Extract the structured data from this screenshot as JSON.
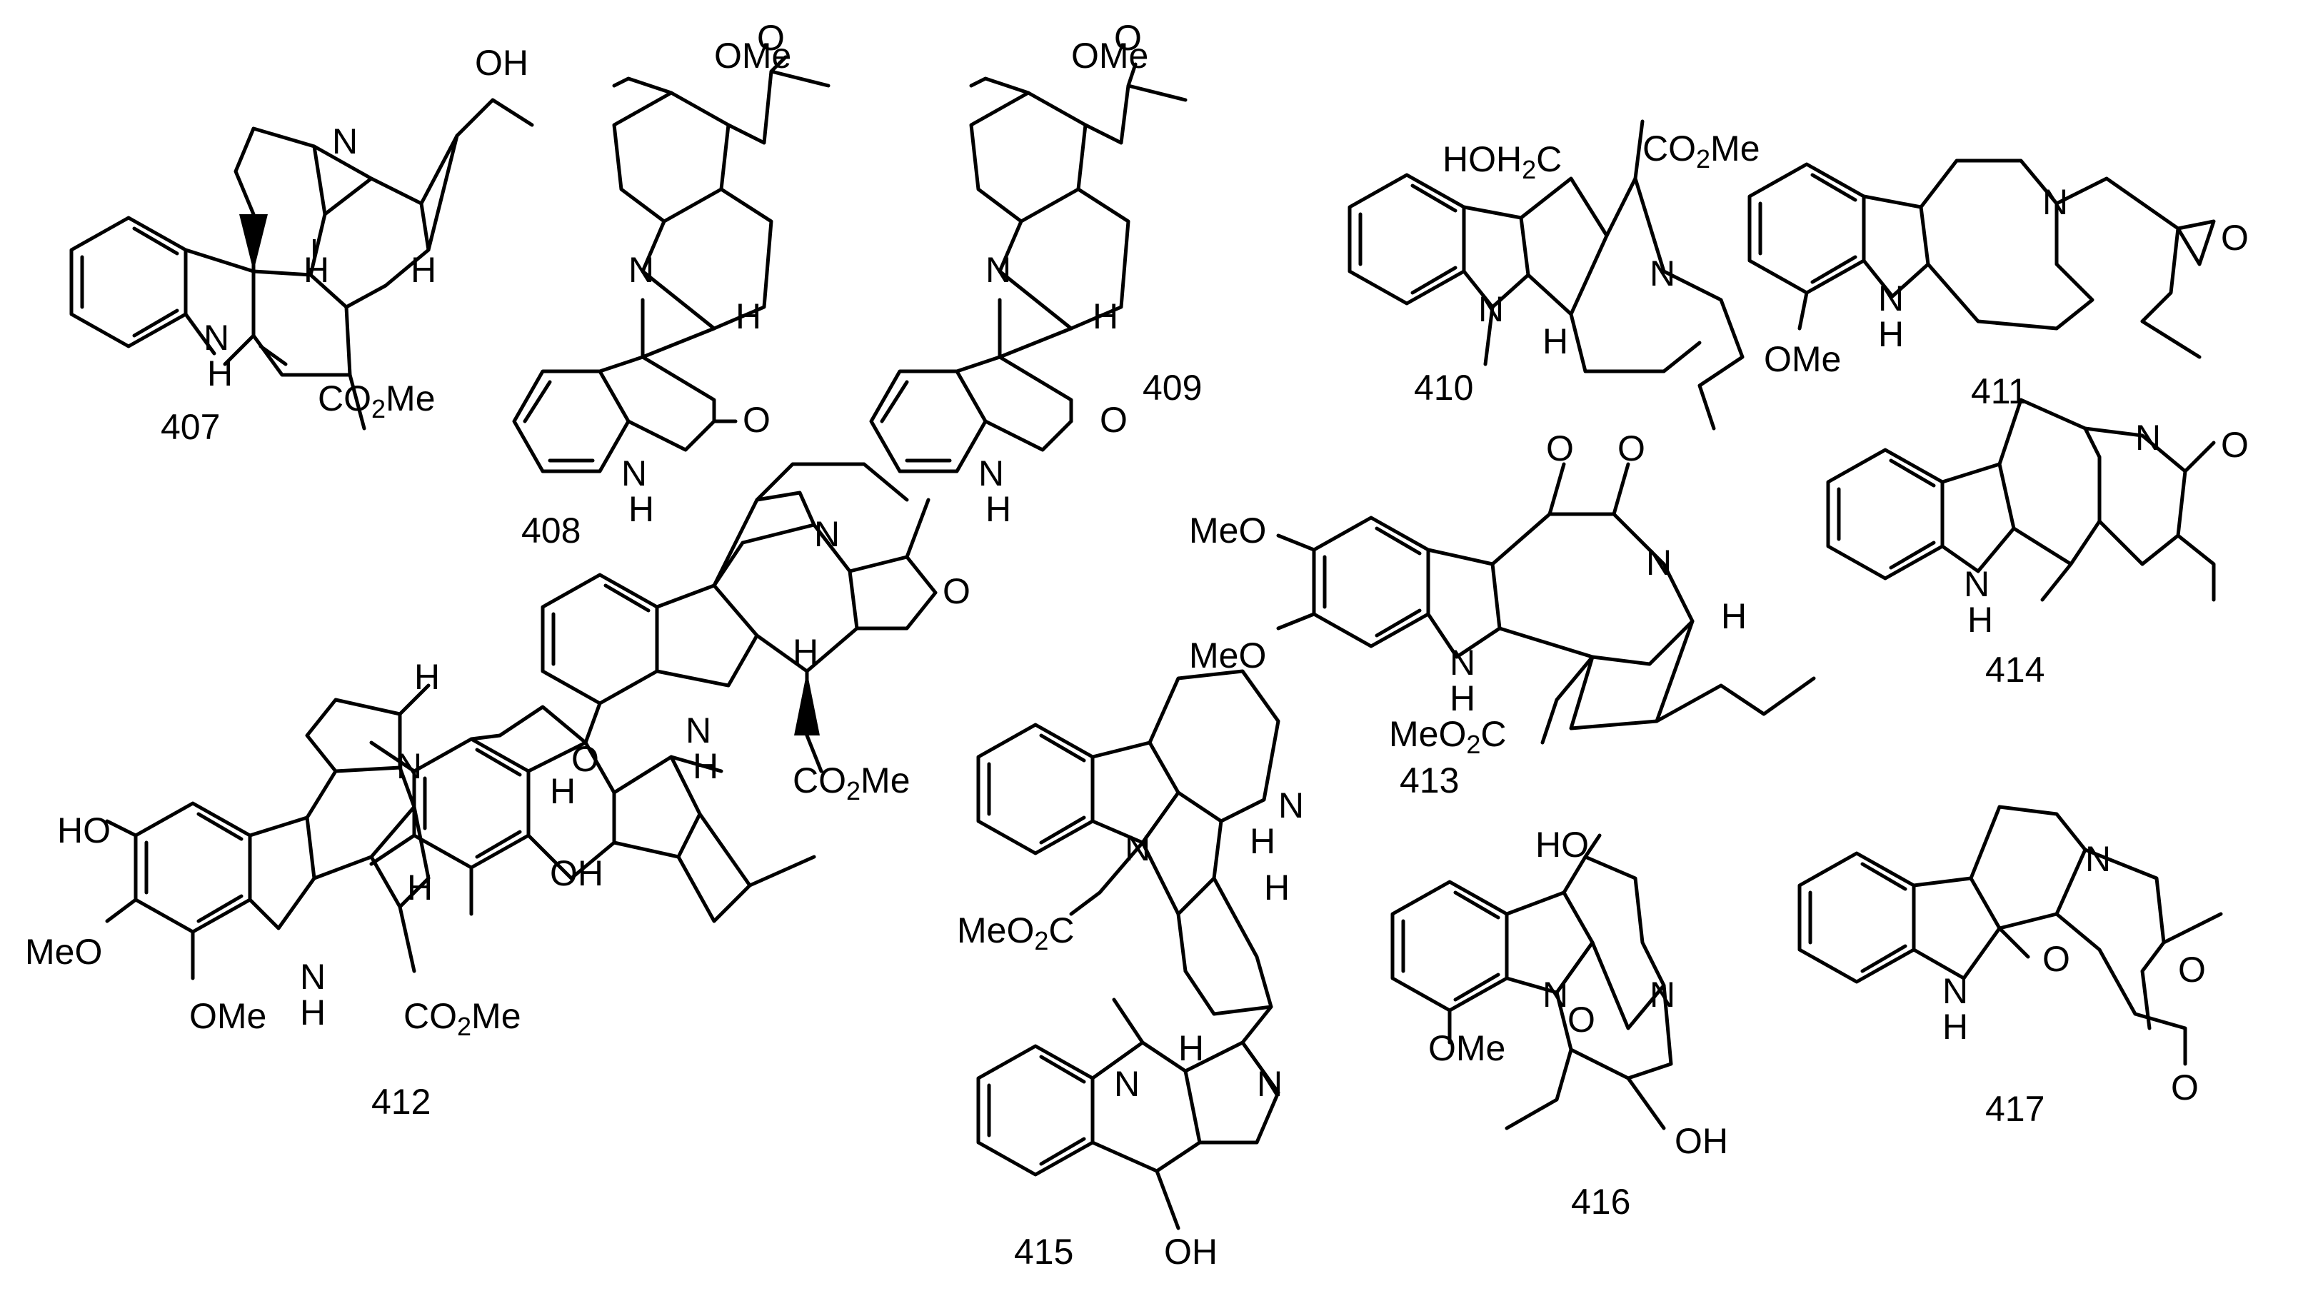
{
  "compounds": [
    {
      "id": "407",
      "labels": [
        "N",
        "H",
        "H",
        "N",
        "H",
        "OH",
        "CO2Me"
      ]
    },
    {
      "id": "408",
      "labels": [
        "OMe",
        "O",
        "N",
        "H",
        "O",
        "N",
        "H"
      ]
    },
    {
      "id": "409",
      "labels": [
        "OMe",
        "O",
        "N",
        "H",
        "O",
        "N",
        "H"
      ]
    },
    {
      "id": "410",
      "labels": [
        "HOH2C",
        "CO2Me",
        "N",
        "N",
        "H"
      ]
    },
    {
      "id": "411",
      "labels": [
        "N",
        "O",
        "N",
        "H",
        "OMe"
      ]
    },
    {
      "id": "412",
      "labels": [
        "N",
        "O",
        "H",
        "N",
        "H",
        "CO2Me",
        "H",
        "N",
        "O",
        "H",
        "OH",
        "HO",
        "MeO",
        "OMe",
        "N",
        "H",
        "CO2Me",
        "H"
      ]
    },
    {
      "id": "413",
      "labels": [
        "O",
        "O",
        "N",
        "H",
        "MeO",
        "MeO",
        "N",
        "H",
        "MeO2C"
      ]
    },
    {
      "id": "414",
      "labels": [
        "N",
        "O",
        "N",
        "H"
      ]
    },
    {
      "id": "415",
      "labels": [
        "N",
        "H",
        "N",
        "H",
        "MeO2C",
        "N",
        "H",
        "N",
        "OH"
      ]
    },
    {
      "id": "416",
      "labels": [
        "HO",
        "N",
        "N",
        "O",
        "OMe",
        "OH"
      ]
    },
    {
      "id": "417",
      "labels": [
        "N",
        "O",
        "O",
        "O",
        "N",
        "H"
      ]
    }
  ]
}
